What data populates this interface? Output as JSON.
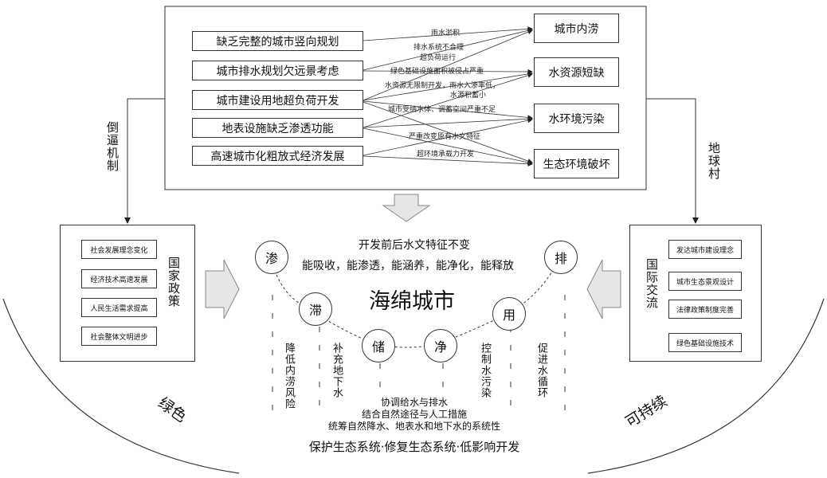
{
  "causes": [
    "缺乏完整的城市竖向规划",
    "城市排水规划欠远景考虑",
    "城市建设用地超负荷开发",
    "地表设施缺乏渗透功能",
    "高速城市化粗放式经济发展"
  ],
  "effects": [
    "城市内涝",
    "水资源短缺",
    "水环境污染",
    "生态环境破坏"
  ],
  "relations": [
    "雨水淤积",
    "排水系统不合理",
    "超负荷运行",
    "绿色基础设施面积被侵占严重",
    "水资源无限制开发，雨水入渗率低，",
    "水源积蓄小",
    "城市受纳水体、调蓄空间严重不足",
    "严重改变原有水文特征",
    "超环境承载力开发"
  ],
  "left_link": "倒逼机制",
  "right_link": "地球村",
  "national_policy": {
    "title": "国家政策",
    "items": [
      "社会发展理念变化",
      "经济技术高速发展",
      "人民生活需求提高",
      "社会整体文明进步"
    ]
  },
  "international": {
    "title": "国际交流",
    "items": [
      "发达城市建设理念",
      "城市生态景观设计",
      "法律政策制度完善",
      "绿色基础设施技术"
    ]
  },
  "center": {
    "principle": "开发前后水文特征不变",
    "abilities": "能吸收，能渗透，能涵养，能净化，能释放",
    "title": "海绵城市",
    "nodes": [
      "渗",
      "滞",
      "储",
      "净",
      "用",
      "排"
    ],
    "col_texts": [
      "降低内涝风险",
      "补充地下水",
      "控制水污染",
      "促进水循环"
    ],
    "bottom_lines": [
      "协调给水与排水",
      "结合自然途径与人工措施",
      "统筹自然降水、地表水和地下水的系统性"
    ],
    "footer": "保护生态系统·修复生态系统·低影响开发"
  },
  "arc_left": "绿色",
  "arc_right": "可持续"
}
